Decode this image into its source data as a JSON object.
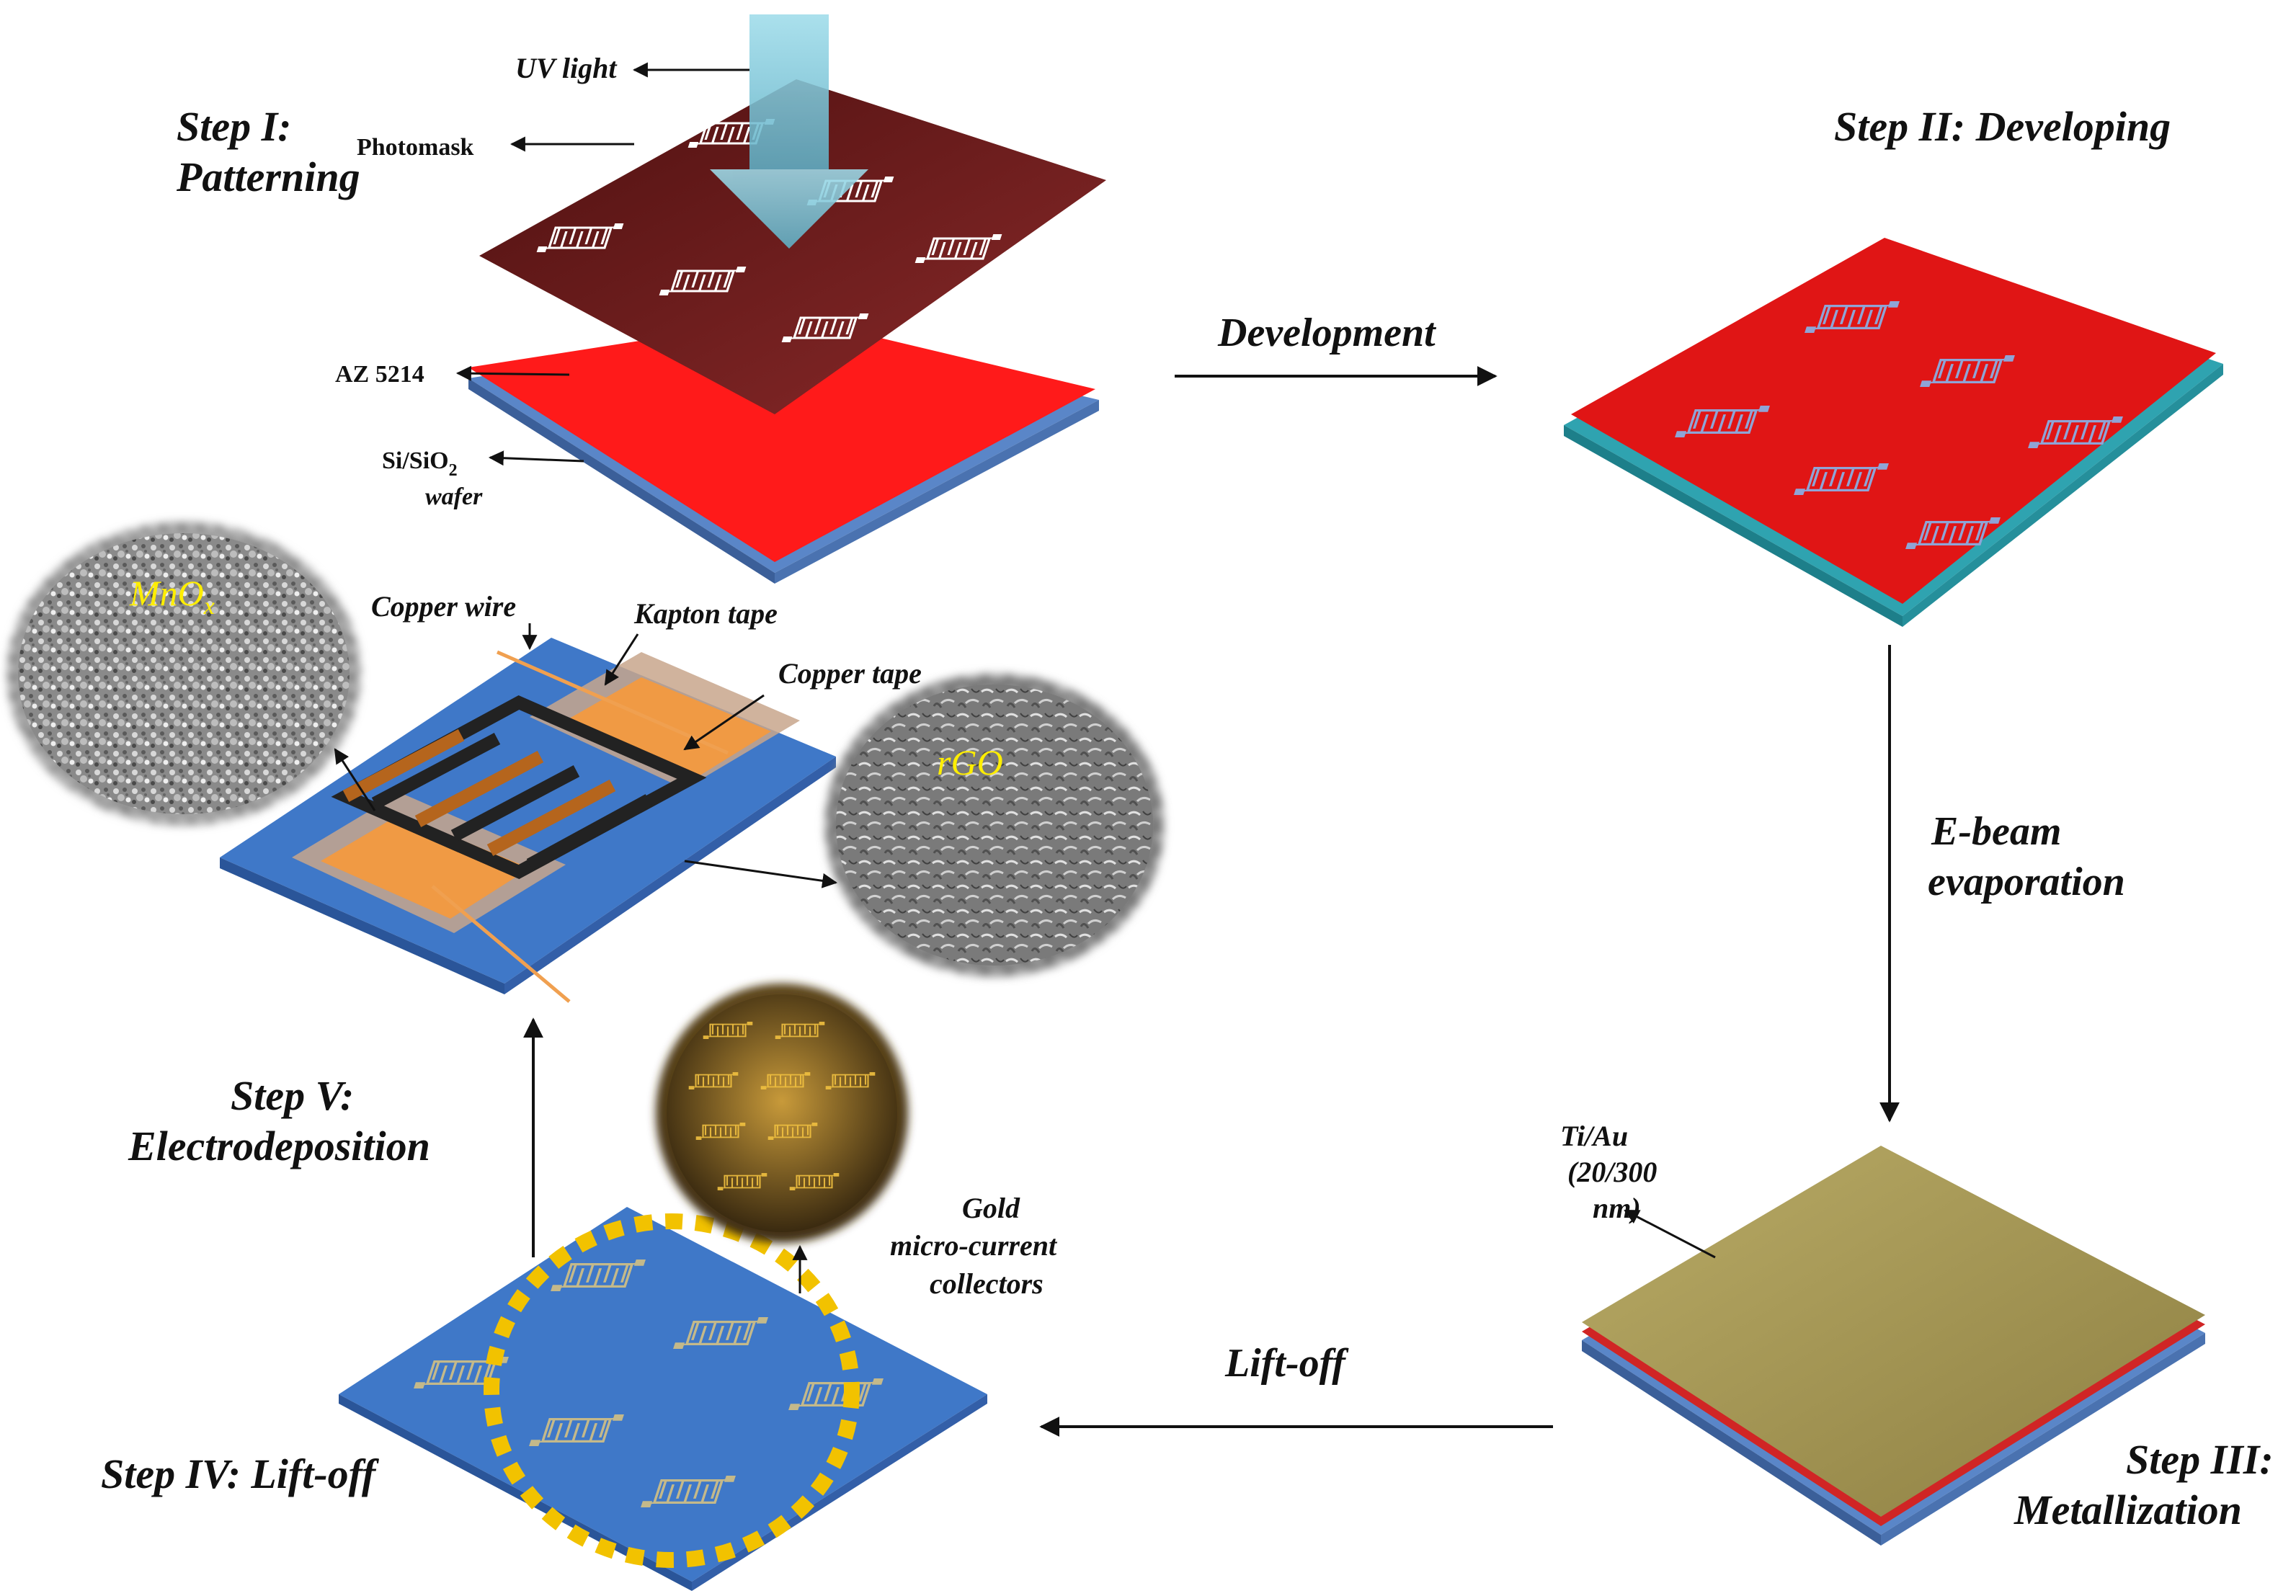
{
  "steps": {
    "step1": {
      "line1": "Step I:",
      "line2": "Patterning"
    },
    "step2": {
      "line1": "Step II: Developing"
    },
    "step3": {
      "line1": "Step III:",
      "line2": "Metallization"
    },
    "step4": {
      "line1": "Step IV: Lift-off"
    },
    "step5": {
      "line1": "Step V:",
      "line2": "Electrodeposition"
    }
  },
  "arrows": {
    "development": "Development",
    "ebeam_line1": "E-beam",
    "ebeam_line2": "evaporation",
    "liftoff": "Lift-off"
  },
  "labels": {
    "uv_light": "UV light",
    "photomask": "Photomask",
    "az5214": "AZ 5214",
    "wafer_line1": "Si/SiO",
    "wafer_sub": "2",
    "wafer_line2": "wafer",
    "tiau_line1": "Ti/Au",
    "tiau_line2": "(20/300",
    "tiau_line3": "nm)",
    "gold_line1": "Gold",
    "gold_line2": "micro-current",
    "gold_line3": "collectors",
    "copper_wire": "Copper wire",
    "kapton_tape": "Kapton tape",
    "copper_tape": "Copper tape",
    "mnox_main": "MnO",
    "mnox_sub": "x",
    "rgo": "rGO"
  },
  "colors": {
    "photoresist": "#ff1a1a",
    "photomask": "#6e1b1b",
    "wafer": "#5a86c8",
    "gold": "#a89a5a",
    "uv_arrow": "#7ec8d8",
    "copper": "#e68a3a",
    "dots": "#f2c200"
  }
}
